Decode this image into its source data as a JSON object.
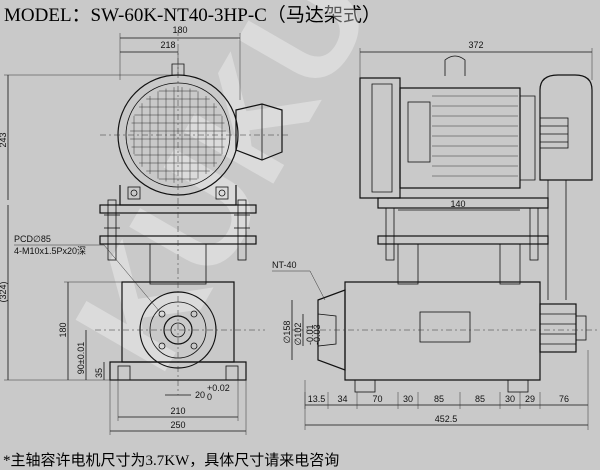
{
  "title": "MODEL：SW-60K-NT40-3HP-C（马达架式）",
  "footnote": "*主轴容许电机尺寸为3.7KW，具体尺寸请来电咨询",
  "watermark": "KUKUI",
  "left_view": {
    "top_dim": "180",
    "top_dim2": "218",
    "height_dim": "243",
    "total_height_dim": "(324)",
    "pcd": "PCD∅85",
    "thread": "4-M10x1.5Px20深",
    "dim_180": "180",
    "dim_90": "90±0.01",
    "dim_35": "35",
    "dim_20": "20",
    "dim_20_tol_top": "+0.02",
    "dim_20_tol_bot": "0",
    "dim_210": "210",
    "dim_250": "250"
  },
  "right_view": {
    "top_dim": "372",
    "dim_140": "140",
    "nt_label": "NT-40",
    "dia_158": "∅158",
    "dia_102": "∅102",
    "dia_102_tol_top": "-0.01",
    "dia_102_tol_bot": "-0.03",
    "bottom_dims": [
      "13.5",
      "34",
      "70",
      "30",
      "85",
      "85",
      "30",
      "29",
      "76"
    ],
    "total_length": "452.5"
  }
}
